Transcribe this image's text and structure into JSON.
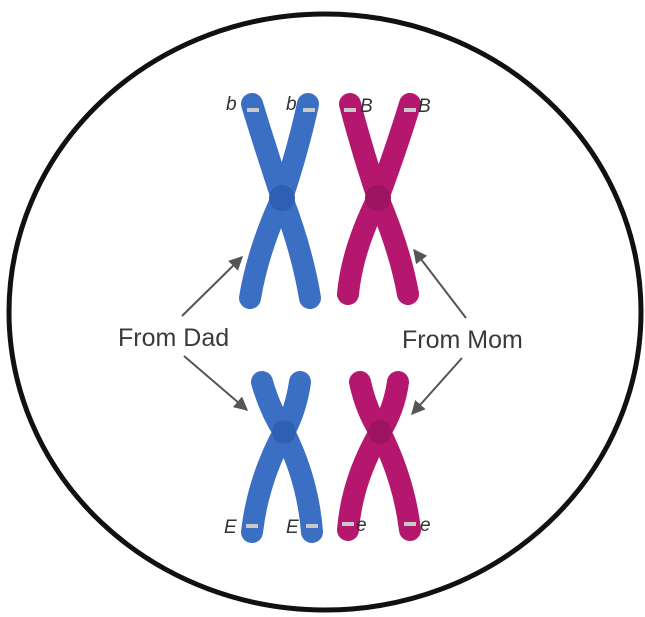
{
  "labels": {
    "dad": "From Dad",
    "mom": "From Mom"
  },
  "genes": {
    "top_dad_left": "b",
    "top_dad_right": "b",
    "top_mom_left": "B",
    "top_mom_right": "B",
    "bottom_dad_left": "E",
    "bottom_dad_right": "E",
    "bottom_mom_left": "e",
    "bottom_mom_right": "e"
  },
  "colors": {
    "dad": "#3a6fc4",
    "dad_centromere": "#2f5fb3",
    "mom": "#b5176e",
    "mom_centromere": "#9c1460",
    "band": "#c9c9c9",
    "cell_outline": "#111111",
    "arrow": "#555555"
  }
}
